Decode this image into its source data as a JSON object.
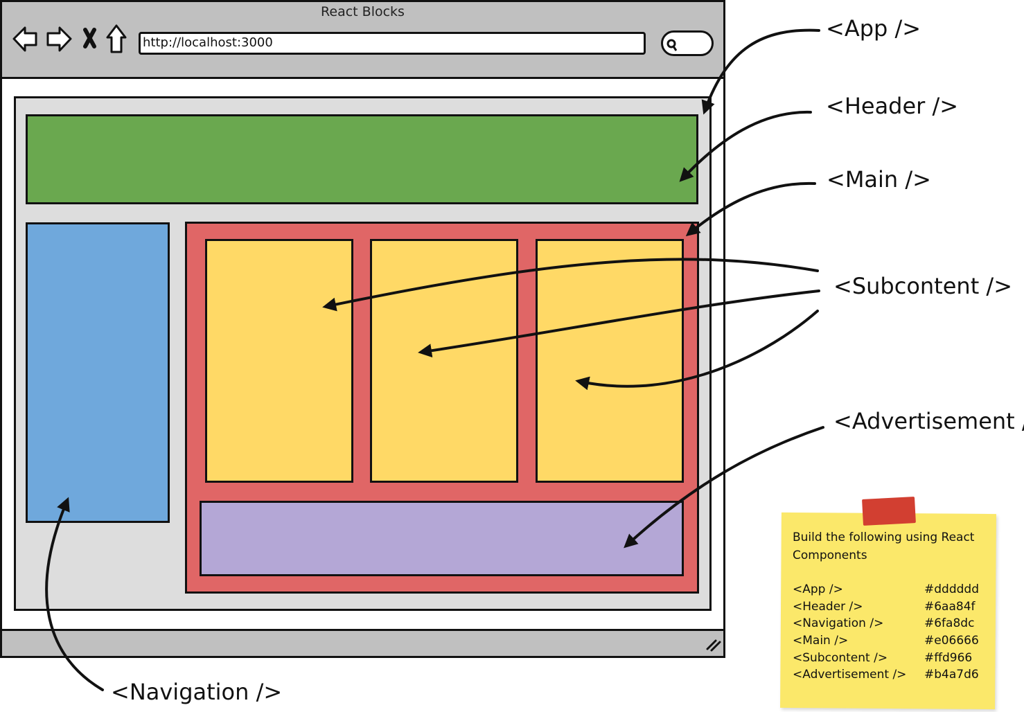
{
  "browser": {
    "title": "React Blocks",
    "url": "http://localhost:3000"
  },
  "labels": {
    "app": "<App />",
    "header": "<Header />",
    "main": "<Main />",
    "subcontent": "<Subcontent />",
    "advertisement": "<Advertisement />",
    "navigation": "<Navigation />"
  },
  "note": {
    "intro": "Build the following using React Components",
    "rows": [
      {
        "name": "<App />",
        "hex": "#dddddd"
      },
      {
        "name": "<Header />",
        "hex": "#6aa84f"
      },
      {
        "name": "<Navigation />",
        "hex": "#6fa8dc"
      },
      {
        "name": "<Main />",
        "hex": "#e06666"
      },
      {
        "name": "<Subcontent />",
        "hex": "#ffd966"
      },
      {
        "name": "<Advertisement />",
        "hex": "#b4a7d6"
      }
    ]
  },
  "colors": {
    "app": "#dddddd",
    "header": "#6aa84f",
    "navigation": "#6fa8dc",
    "main": "#e06666",
    "subcontent": "#ffd966",
    "advertisement": "#b4a7d6",
    "chrome": "#c0c0c0",
    "note": "#fbe86a",
    "tape": "#d23f31"
  },
  "icons": [
    "back-arrow-icon",
    "forward-arrow-icon",
    "close-icon",
    "home-icon",
    "search-icon",
    "resize-grip-icon"
  ]
}
